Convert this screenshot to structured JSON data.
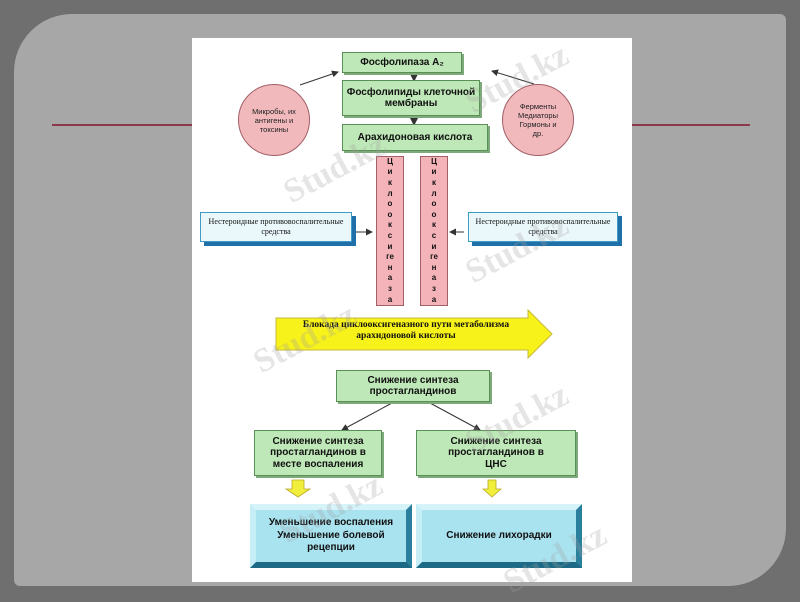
{
  "diagram": {
    "enzyme": "Фосфолипаза А₂",
    "phospholipids": "Фосфолипиды клеточной мембраны",
    "arachidonic": "Арахидоновая кислота",
    "microbes": "Микробы, их антигены и токсины",
    "ferments": "Ферменты Медиаторы Гормоны и др.",
    "cox_left": "Циклооксигеназа",
    "cox_right": "Циклооксигеназа",
    "nsaid_left": "Нестероидные противовоспалительные средства",
    "nsaid_right": "Нестероидные противовоспалительные средства",
    "blockade": "Блокада циклооксигеназного пути метаболизма арахидоновой кислоты",
    "reduction": "Снижение синтеза простагландинов",
    "reduction_inflam": "Снижение синтеза простагландинов в месте воспаления",
    "reduction_cns": "Снижение синтеза простагландинов в ЦНС",
    "outcome_left": "Уменьшение воспаления Уменьшение болевой рецепции",
    "outcome_right": "Снижение лихорадки"
  },
  "watermark": "Stud.kz"
}
